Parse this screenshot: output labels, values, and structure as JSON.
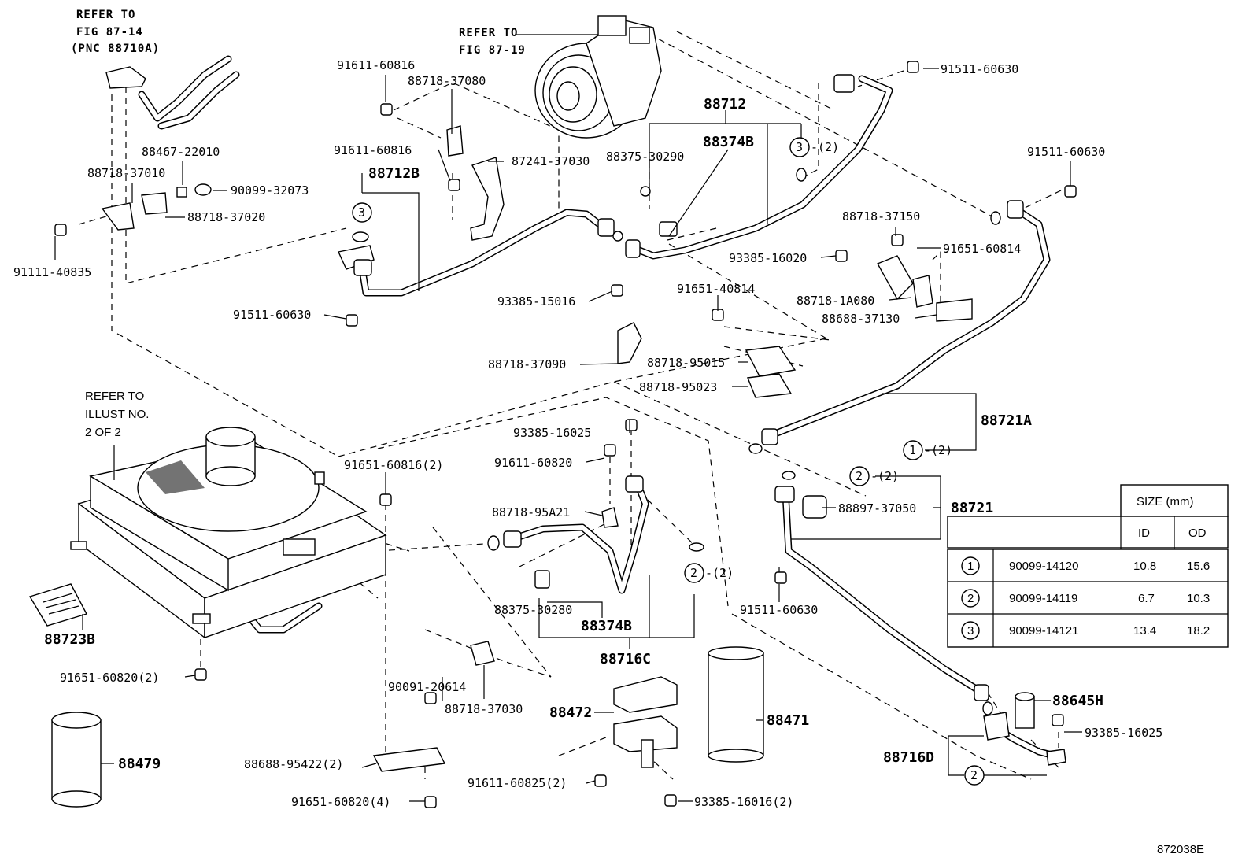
{
  "refer_notes": {
    "top_left": [
      "REFER TO",
      "FIG 87-14",
      "(PNC 88710A)"
    ],
    "compressor": [
      "REFER TO",
      "FIG 87-19"
    ],
    "condenser": [
      "REFER TO",
      "ILLUST NO.",
      "2 OF 2"
    ]
  },
  "part_labels": {
    "p88467_22010": "88467-22010",
    "p88718_37010": "88718-37010",
    "p90099_32073": "90099-32073",
    "p88718_37020": "88718-37020",
    "p91111_40835": "91111-40835",
    "p91611_60816_a": "91611-60816",
    "p88718_37080": "88718-37080",
    "p91611_60816_b": "91611-60816",
    "p87241_37030": "87241-37030",
    "p91511_60630_a": "91511-60630",
    "p93385_15016": "93385-15016",
    "p88718_37090": "88718-37090",
    "p88375_30290": "88375-30290",
    "p91651_40814": "91651-40814",
    "p88718_95015": "88718-95015",
    "p88718_95023": "88718-95023",
    "p93385_16020": "93385-16020",
    "p91511_60630_b": "91511-60630",
    "p91511_60630_c": "91511-60630",
    "p88718_37150": "88718-37150",
    "p91651_60814": "91651-60814",
    "p88718_1A080": "88718-1A080",
    "p88688_37130": "88688-37130",
    "p91651_60816_2": "91651-60816(2)",
    "p93385_16025_a": "93385-16025",
    "p91611_60820": "91611-60820",
    "p88718_95A21": "88718-95A21",
    "p88375_30280": "88375-30280",
    "p90091_20614": "90091-20614",
    "p88718_37030": "88718-37030",
    "p88688_95422": "88688-95422(2)",
    "p91651_60820_4": "91651-60820(4)",
    "p91611_60825": "91611-60825(2)",
    "p93385_16016": "93385-16016(2)",
    "p91651_60820_2": "91651-60820(2)",
    "p88897_37050": "88897-37050",
    "p91511_60630_d": "91511-60630",
    "p93385_16025_b": "93385-16025"
  },
  "assembly_labels": {
    "a88712": "88712",
    "a88374B_top": "88374B",
    "a88712B": "88712B",
    "a88721A": "88721A",
    "a88721": "88721",
    "a88374B_bot": "88374B",
    "a88716C": "88716C",
    "a88472": "88472",
    "a88471": "88471",
    "a88479": "88479",
    "a88723B": "88723B",
    "a88645H": "88645H",
    "a88716D": "88716D"
  },
  "callouts": {
    "c3_left": "3",
    "c3_right": "3",
    "c3_right_qty": "-(2)",
    "c1": "1",
    "c1_qty": "-(2)",
    "c2_top": "2",
    "c2_top_qty": "-(2)",
    "c2_mid": "2",
    "c2_mid_qty": "-(2)",
    "c2_bottom": "2"
  },
  "size_table": {
    "header": "SIZE (mm)",
    "columns": [
      "ID",
      "OD"
    ],
    "rows": [
      {
        "mark": "1",
        "part": "90099-14120",
        "id": "10.8",
        "od": "15.6"
      },
      {
        "mark": "2",
        "part": "90099-14119",
        "id": "6.7",
        "od": "10.3"
      },
      {
        "mark": "3",
        "part": "90099-14121",
        "id": "13.4",
        "od": "18.2"
      }
    ]
  },
  "illustration_number": "872038E"
}
